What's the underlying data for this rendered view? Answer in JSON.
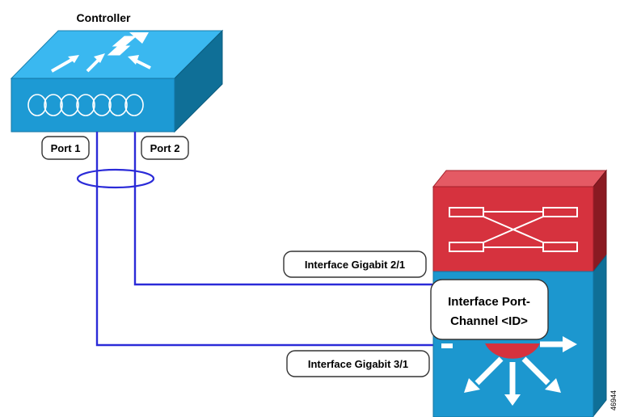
{
  "controller": {
    "title": "Controller"
  },
  "ports": {
    "port1": "Port 1",
    "port2": "Port 2"
  },
  "interfaces": {
    "gig21": "Interface Gigabit 2/1",
    "gig31": "Interface Gigabit 3/1",
    "portchannel_line1": "Interface Port-",
    "portchannel_line2": "Channel <ID>"
  },
  "figure_id": "46944",
  "colors": {
    "controller_top": "#3ab8f0",
    "controller_side": "#0f6f97",
    "switch_red": "#d6323e",
    "switch_blue": "#1c97cf",
    "link_blue": "#2b2bd8"
  }
}
